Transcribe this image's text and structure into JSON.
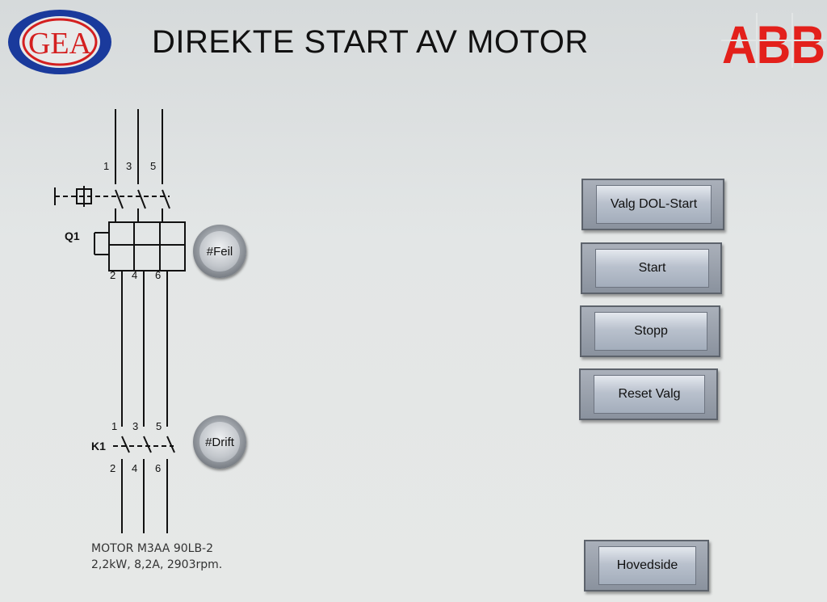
{
  "header": {
    "title": "DIREKTE START AV MOTOR",
    "left_logo_text": "GEA",
    "right_logo_text": "ABB"
  },
  "diagram": {
    "q1_label": "Q1",
    "k1_label": "K1",
    "top_terminals": [
      "1",
      "3",
      "5"
    ],
    "bottom_terminals": [
      "2",
      "4",
      "6"
    ]
  },
  "indicators": {
    "fault_label": "#Feil",
    "running_label": "#Drift"
  },
  "buttons": {
    "dol_select": "Valg DOL-Start",
    "start": "Start",
    "stop": "Stopp",
    "reset": "Reset Valg",
    "home": "Hovedside"
  },
  "motor_info": {
    "line1": "MOTOR M3AA 90LB-2",
    "line2": "2,2kW, 8,2A, 2903rpm."
  },
  "colors": {
    "gea_blue": "#1a3a9c",
    "gea_red": "#d42020",
    "abb_red": "#e3201b"
  }
}
